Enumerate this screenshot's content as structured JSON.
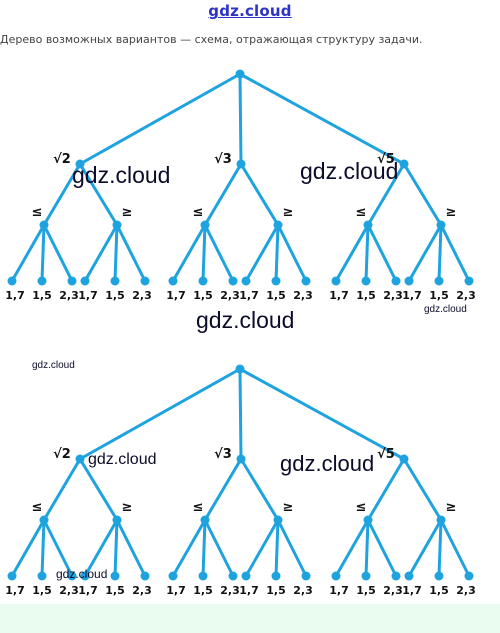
{
  "header": {
    "watermark": "gdz.cloud"
  },
  "intro": {
    "text": "Дерево возможных вариантов — схема, отражающая структуру задачи."
  },
  "tree": {
    "level1_labels": [
      "√2",
      "√3",
      "√5"
    ],
    "level2_labels": [
      "≤",
      "≥"
    ],
    "leaf_labels": [
      "1,7",
      "1,5",
      "2,3"
    ],
    "line_color": "#1fa3df"
  },
  "watermarks": {
    "top_left": "gdz.cloud",
    "top_right": "gdz.cloud",
    "top_bottom_center": "gdz.cloud",
    "top_small_right": "gdz.cloud",
    "mid_small_left": "gdz.cloud",
    "bottom_left": "gdz.cloud",
    "bottom_center": "gdz.cloud",
    "bottom_small": "gdz.cloud"
  }
}
